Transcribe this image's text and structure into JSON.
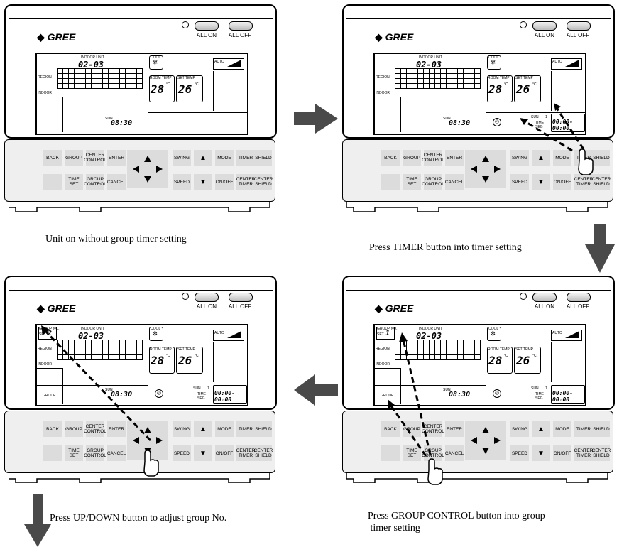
{
  "brand": "GREE",
  "buttons": {
    "all_on": "ALL ON",
    "all_off": "ALL OFF",
    "back": "BACK",
    "group": "GROUP",
    "center_control": "CENTER CONTROL",
    "enter": "ENTER",
    "swing": "SWING",
    "mode": "MODE",
    "timer": "TIMER",
    "shield": "SHIELD",
    "time_set": "TIME SET",
    "group_control": "GROUP CONTROL",
    "cancel": "CANCEL",
    "speed": "SPEED",
    "on_off": "ON/OFF",
    "center_timer": "CENTER TIMER",
    "center_shield": "CENTER SHIELD",
    "up_glyph": "▲",
    "down_glyph": "▼"
  },
  "display": {
    "indoor_unit_label": "INDOOR UNIT",
    "unit_number": "02-03",
    "region_label": "REGION",
    "indoor_label": "INDOOR",
    "cool_label": "COOL",
    "auto_label": "AUTO",
    "room_temp_label": "ROOM TEMP",
    "room_temp": "28",
    "set_temp_label": "SET TEMP",
    "set_temp": "26",
    "deg": "°C",
    "day": "SUN",
    "clock": "08:30",
    "time_seg_label": "TIME SEG",
    "time_seg_num": "1",
    "timer_range": "00:00-00:00",
    "group_no_label": "GROUP NO.",
    "set_label": "SET",
    "group_num_1": "1",
    "group_num_2": "2",
    "group_text": "GROUP"
  },
  "captions": {
    "step1": "Unit on without group timer setting",
    "step2": "Press TIMER button into timer setting",
    "step3": "Press GROUP CONTROL button into group\n timer setting",
    "step4": "Press UP/DOWN button to adjust group No."
  }
}
